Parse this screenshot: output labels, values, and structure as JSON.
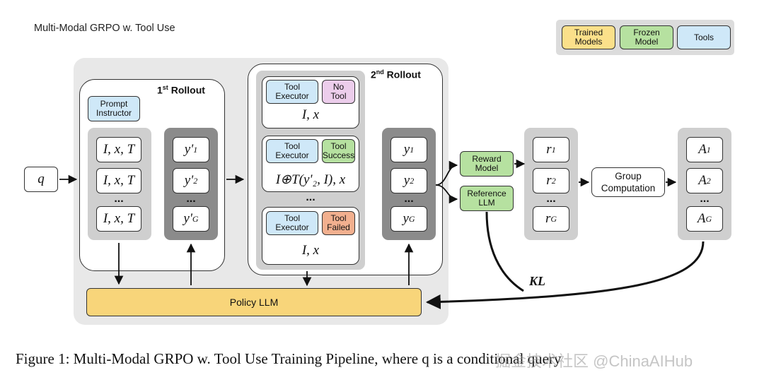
{
  "title": "Multi-Modal GRPO w. Tool Use",
  "legend": {
    "trained": "Trained\nModels",
    "frozen": "Frozen\nModel",
    "tools": "Tools"
  },
  "query": "q",
  "rollout1": {
    "head": "1",
    "head_sup": "st",
    "head_rest": " Rollout",
    "prompt_instructor": "Prompt\nInstructor",
    "inputs": [
      "I, x, T",
      "I, x, T",
      "I, x, T"
    ],
    "outputs": [
      "y'1",
      "y'2",
      "y'G"
    ],
    "outputs_base": "y'",
    "outputs_sub": [
      "1",
      "2",
      "G"
    ]
  },
  "rollout2": {
    "head": "2",
    "head_sup": "nd",
    "head_rest": " Rollout",
    "cases": [
      {
        "executor": "Tool\nExecutor",
        "status": "No\nTool",
        "formula": "I, x"
      },
      {
        "executor": "Tool\nExecutor",
        "status": "Tool\nSuccess",
        "formula": "I⊕T(y'₂, I), x"
      },
      {
        "executor": "Tool\nExecutor",
        "status": "Tool\nFailed",
        "formula": "I, x"
      }
    ],
    "outputs_base": "y",
    "outputs_sub": [
      "1",
      "2",
      "G"
    ]
  },
  "ellipsis": "...",
  "reward_model": "Reward\nModel",
  "reference_llm": "Reference\nLLM",
  "rewards_base": "r",
  "rewards_sub": [
    "1",
    "2",
    "G"
  ],
  "group_computation": "Group\nComputation",
  "advantages_base": "A",
  "advantages_sub": [
    "1",
    "2",
    "G"
  ],
  "kl": "KL",
  "policy_llm": "Policy LLM",
  "caption": "Figure 1: Multi-Modal GRPO w. Tool Use Training Pipeline, where q is a conditional query",
  "watermark": "掘金技术社区 @ChinaAIHub",
  "colors": {
    "trained": "#fbe08a",
    "frozen": "#b6e1a0",
    "tools": "#cfe8f8",
    "no_tool": "#eccdeb",
    "tool_failed": "#f2b08f"
  }
}
